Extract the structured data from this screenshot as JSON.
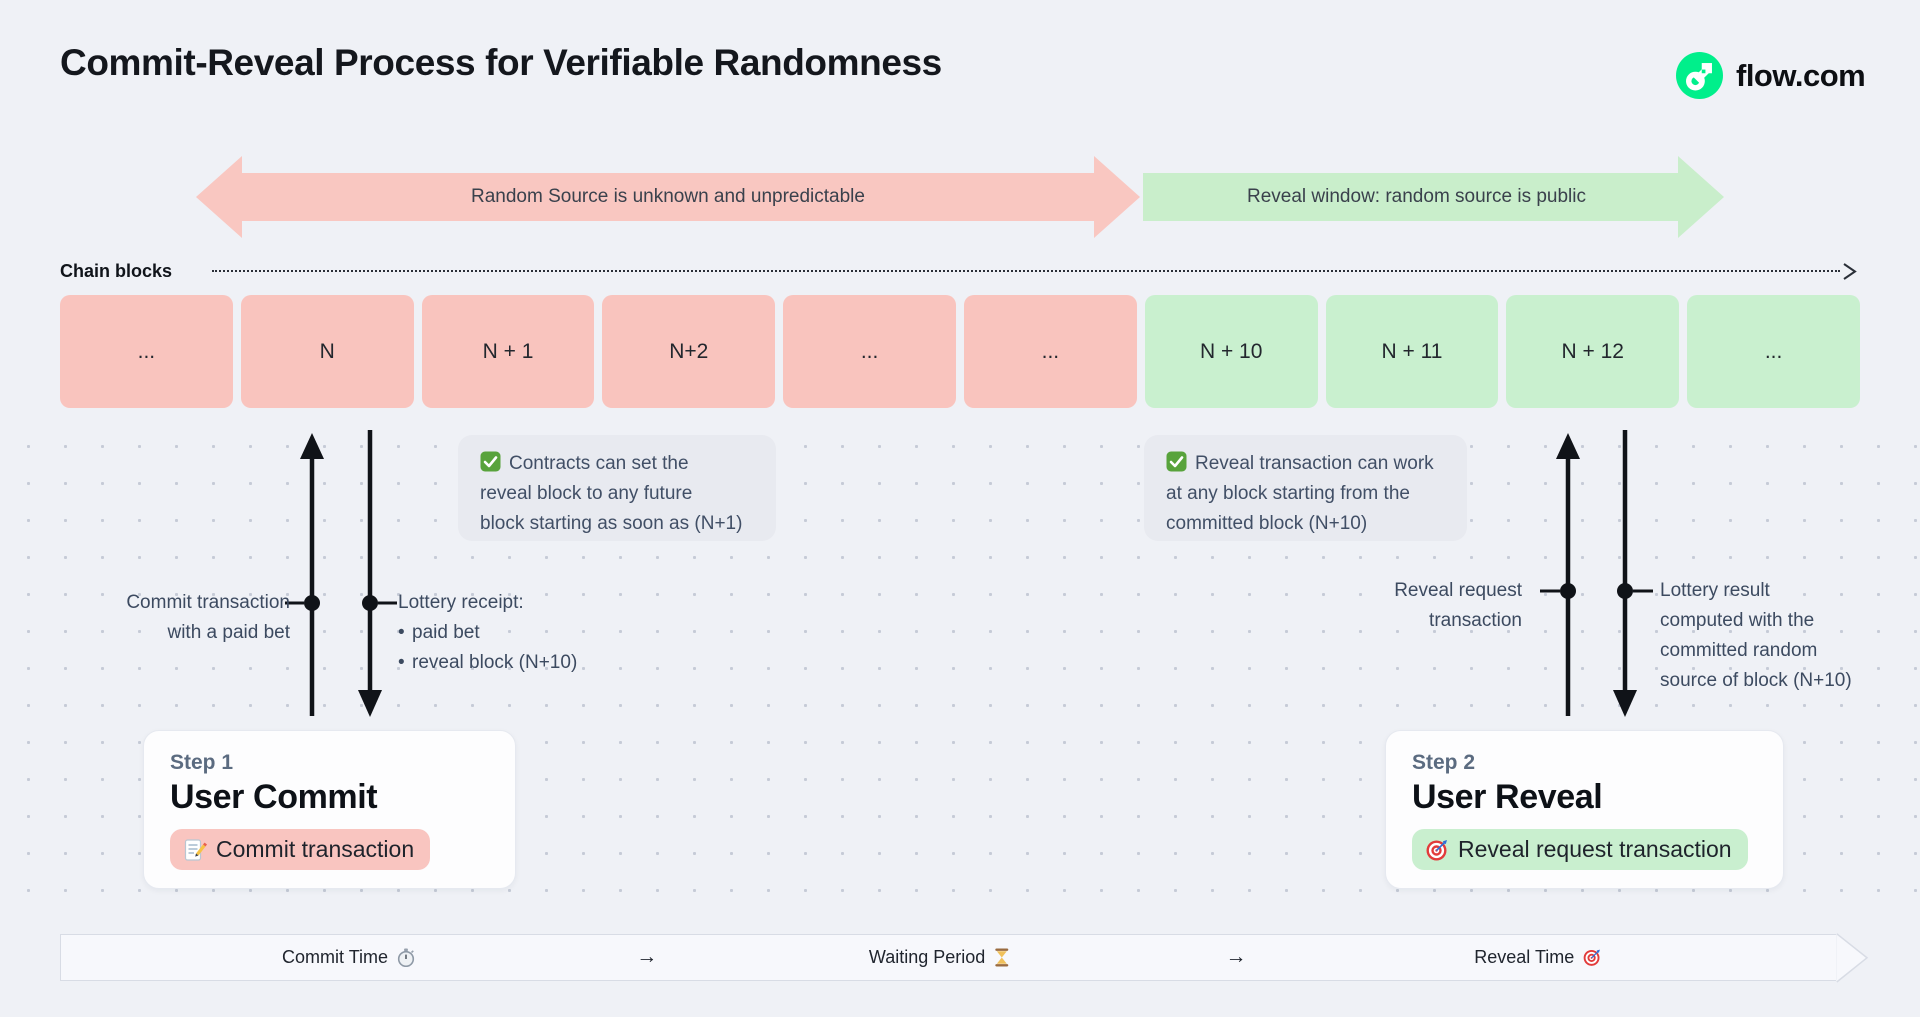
{
  "page": {
    "title": "Commit-Reveal Process for Verifiable Randomness",
    "brand": "flow.com"
  },
  "colors": {
    "background": "#eff1f6",
    "flow_green": "#00ef8b",
    "pink_band": "#f9c7c1",
    "green_band": "#c9eecb",
    "pink_block": "#f9c4be",
    "green_block": "#c9f0cf",
    "note_bg": "#e8eaf0",
    "slate_text": "#3c4a60",
    "arrow_black": "#101318"
  },
  "bands": {
    "pink_label": "Random Source is unknown and unpredictable",
    "green_label": "Reveal window: random source is public"
  },
  "chain": {
    "label": "Chain blocks"
  },
  "blocks": [
    {
      "label": "...",
      "phase": "pink"
    },
    {
      "label": "N",
      "phase": "pink"
    },
    {
      "label": "N + 1",
      "phase": "pink"
    },
    {
      "label": "N+2",
      "phase": "pink"
    },
    {
      "label": "...",
      "phase": "pink"
    },
    {
      "label": "...",
      "phase": "pink"
    },
    {
      "label": "N + 10",
      "phase": "green"
    },
    {
      "label": "N + 11",
      "phase": "green"
    },
    {
      "label": "N + 12",
      "phase": "green"
    },
    {
      "label": "...",
      "phase": "green"
    }
  ],
  "notes": {
    "commit": {
      "icon": "check-icon",
      "lines": [
        "Contracts can set the",
        "reveal block to any future",
        "block starting as soon as (N+1)"
      ]
    },
    "reveal": {
      "icon": "check-icon",
      "lines": [
        "Reveal transaction can work",
        "at any block starting from the",
        "committed block (N+10)"
      ]
    }
  },
  "annotations": {
    "commit_tx": {
      "lines": [
        "Commit transaction",
        "with a paid bet"
      ]
    },
    "lottery_receipt": {
      "title": "Lottery receipt:",
      "bullets": [
        "paid bet",
        "reveal block (N+10)"
      ]
    },
    "reveal_request": {
      "lines": [
        "Reveal request",
        "transaction"
      ]
    },
    "lottery_result": {
      "lines": [
        "Lottery result",
        "computed with the",
        "committed random",
        "source of block (N+10)"
      ]
    }
  },
  "steps": [
    {
      "step": "Step 1",
      "title": "User Commit",
      "button": "Commit transaction",
      "icon": "memo-icon"
    },
    {
      "step": "Step 2",
      "title": "User Reveal",
      "button": "Reveal request transaction",
      "icon": "target-icon"
    }
  ],
  "timeline": {
    "commit": "Commit Time",
    "arrow1": "→",
    "waiting": "Waiting Period",
    "arrow2": "→",
    "reveal": "Reveal Time"
  }
}
